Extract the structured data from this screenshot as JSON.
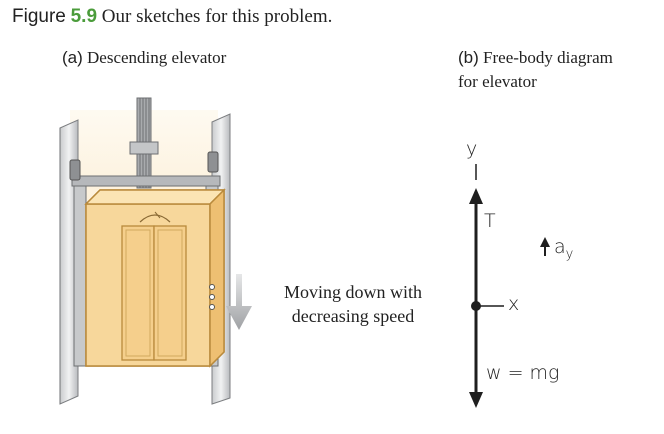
{
  "figure": {
    "prefix": "Figure",
    "number": "5.9",
    "title": "Our sketches for this problem."
  },
  "panel_a": {
    "letter": "(a)",
    "title": "Descending elevator",
    "motion_line1": "Moving down with",
    "motion_line2": "decreasing speed"
  },
  "panel_b": {
    "letter": "(b)",
    "title_line1": "Free-body diagram",
    "title_line2": "for elevator",
    "axis_y": "y",
    "axis_x": "x",
    "force_up": "T",
    "accel_symbol": "a",
    "accel_sub": "y",
    "force_down": "w = mg"
  },
  "colors": {
    "figure_number": "#4b9c3b",
    "car_fill": "#f7d79b",
    "car_stroke": "#b98a3c",
    "shaft_glow": "#fdf0d5",
    "frame_gray": "#9a9c9f",
    "arrow_gray": "#a7a9ac"
  }
}
